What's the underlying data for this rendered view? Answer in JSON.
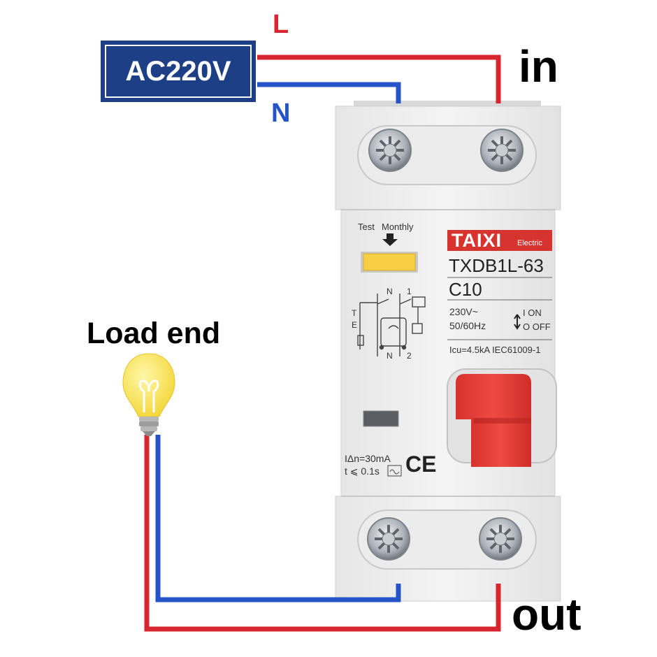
{
  "power_supply": {
    "label": "AC220V"
  },
  "wires": {
    "line_label": "L",
    "neutral_label": "N",
    "line_color": "#d7262f",
    "neutral_color": "#2454c8"
  },
  "terminals": {
    "in_label": "in",
    "out_label": "out"
  },
  "load": {
    "label": "Load end",
    "bulb_color": "#f7e14b"
  },
  "breaker": {
    "test_label": "Test",
    "monthly_label": "Monthly",
    "brand_name": "TAIXI",
    "brand_sub": "Electric",
    "brand_color": "#d8342f",
    "model": "TXDB1L-63",
    "rating": "C10",
    "voltage": "230V~",
    "frequency": "50/60Hz",
    "on_label": "I  ON",
    "off_label": "O OFF",
    "breaking_capacity": "Icu=4.5kA IEC61009-1",
    "residual_current": "IΔn=30mA",
    "trip_time": "t ⩽ 0.1s",
    "ce_mark": "CE",
    "diagram_top": "N",
    "diagram_top_num": "1",
    "diagram_bottom": "N",
    "diagram_bottom_num": "2",
    "diagram_t": "T",
    "diagram_e": "E",
    "handle_color": "#e8403a",
    "test_button_color": "#f6cf45"
  }
}
